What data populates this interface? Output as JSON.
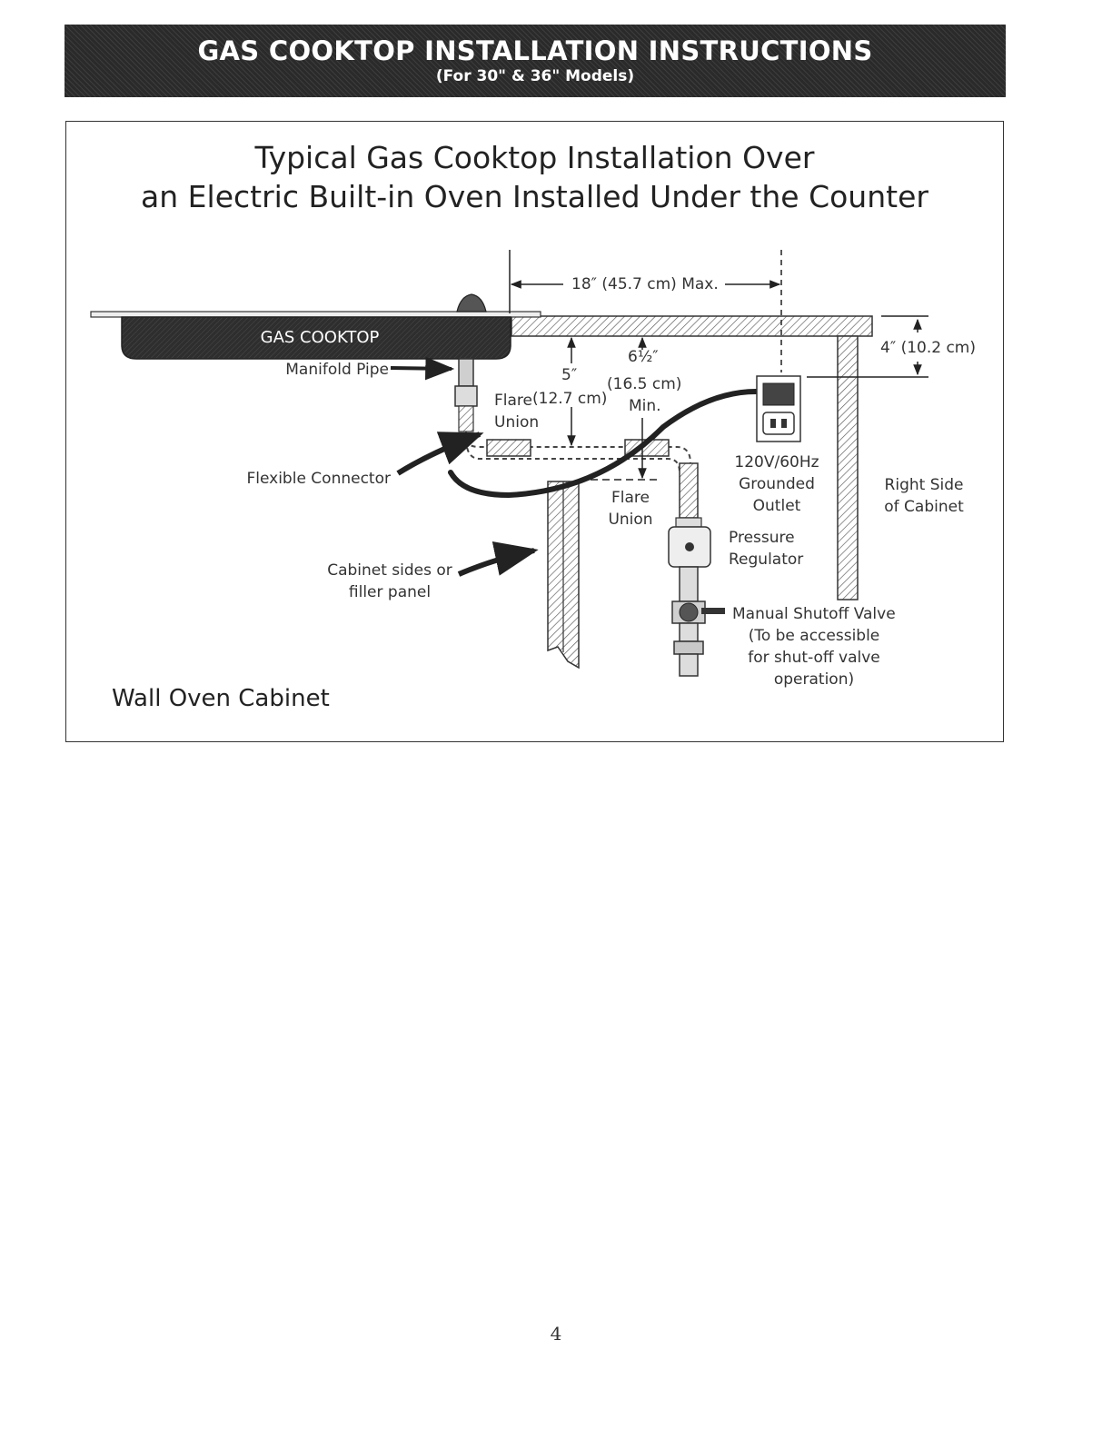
{
  "header": {
    "title": "GAS COOKTOP INSTALLATION INSTRUCTIONS",
    "subtitle": "(For 30\" & 36\" Models)"
  },
  "figure": {
    "heading_line1": "Typical Gas Cooktop Installation Over",
    "heading_line2": "an Electric Built-in Oven Installed Under the Counter",
    "cooktop_label": "GAS COOKTOP",
    "labels": {
      "max_width": "18″ (45.7 cm) Max.",
      "depth_4": "4″ (10.2 cm)",
      "manifold_pipe": "Manifold Pipe",
      "dim_5": "5″",
      "dim_5_cm": "(12.7 cm)",
      "dim_65": "6½″",
      "dim_65_cm": "(16.5 cm)",
      "dim_min": "Min.",
      "flare_1": "Flare",
      "union_1": "Union",
      "flare_2": "Flare",
      "union_2": "Union",
      "flexible_connector": "Flexible Connector",
      "outlet_1": "120V/60Hz",
      "outlet_2": "Grounded",
      "outlet_3": "Outlet",
      "right_side_1": "Right Side",
      "right_side_2": "of Cabinet",
      "pressure_1": "Pressure",
      "pressure_2": "Regulator",
      "cabinet_sides_1": "Cabinet sides or",
      "cabinet_sides_2": "filler panel",
      "valve_1": "Manual Shutoff Valve",
      "valve_2": "(To be accessible",
      "valve_3": "for shut-off valve",
      "valve_4": "operation)",
      "wall_oven": "Wall Oven Cabinet"
    }
  },
  "page_number": "4"
}
